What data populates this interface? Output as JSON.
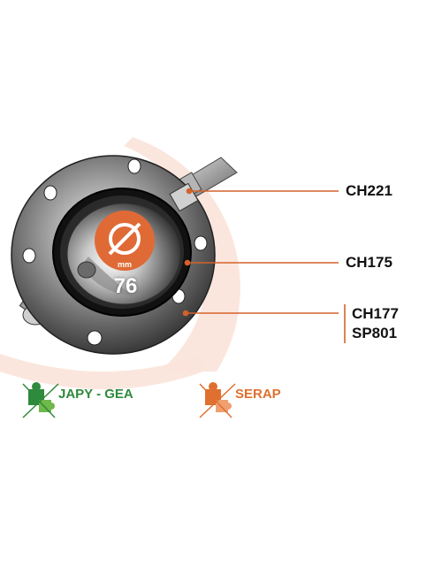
{
  "colors": {
    "callout_line": "#d4622a",
    "badge": "#e06a35",
    "background_arc": "#fbe3da",
    "japy_green": "#2e8a3c",
    "serap_orange": "#e0702f"
  },
  "badge": {
    "unit": "mm",
    "value": "76",
    "symbol": "diameter-icon"
  },
  "callouts": [
    {
      "label": "CH221"
    },
    {
      "label": "CH175"
    },
    {
      "label": "CH177",
      "label2": "SP801"
    }
  ],
  "brands": [
    {
      "name": "JAPY - GEA",
      "icon": "puzzle-person-icon"
    },
    {
      "name": "SERAP",
      "icon": "puzzle-person-icon"
    }
  ]
}
